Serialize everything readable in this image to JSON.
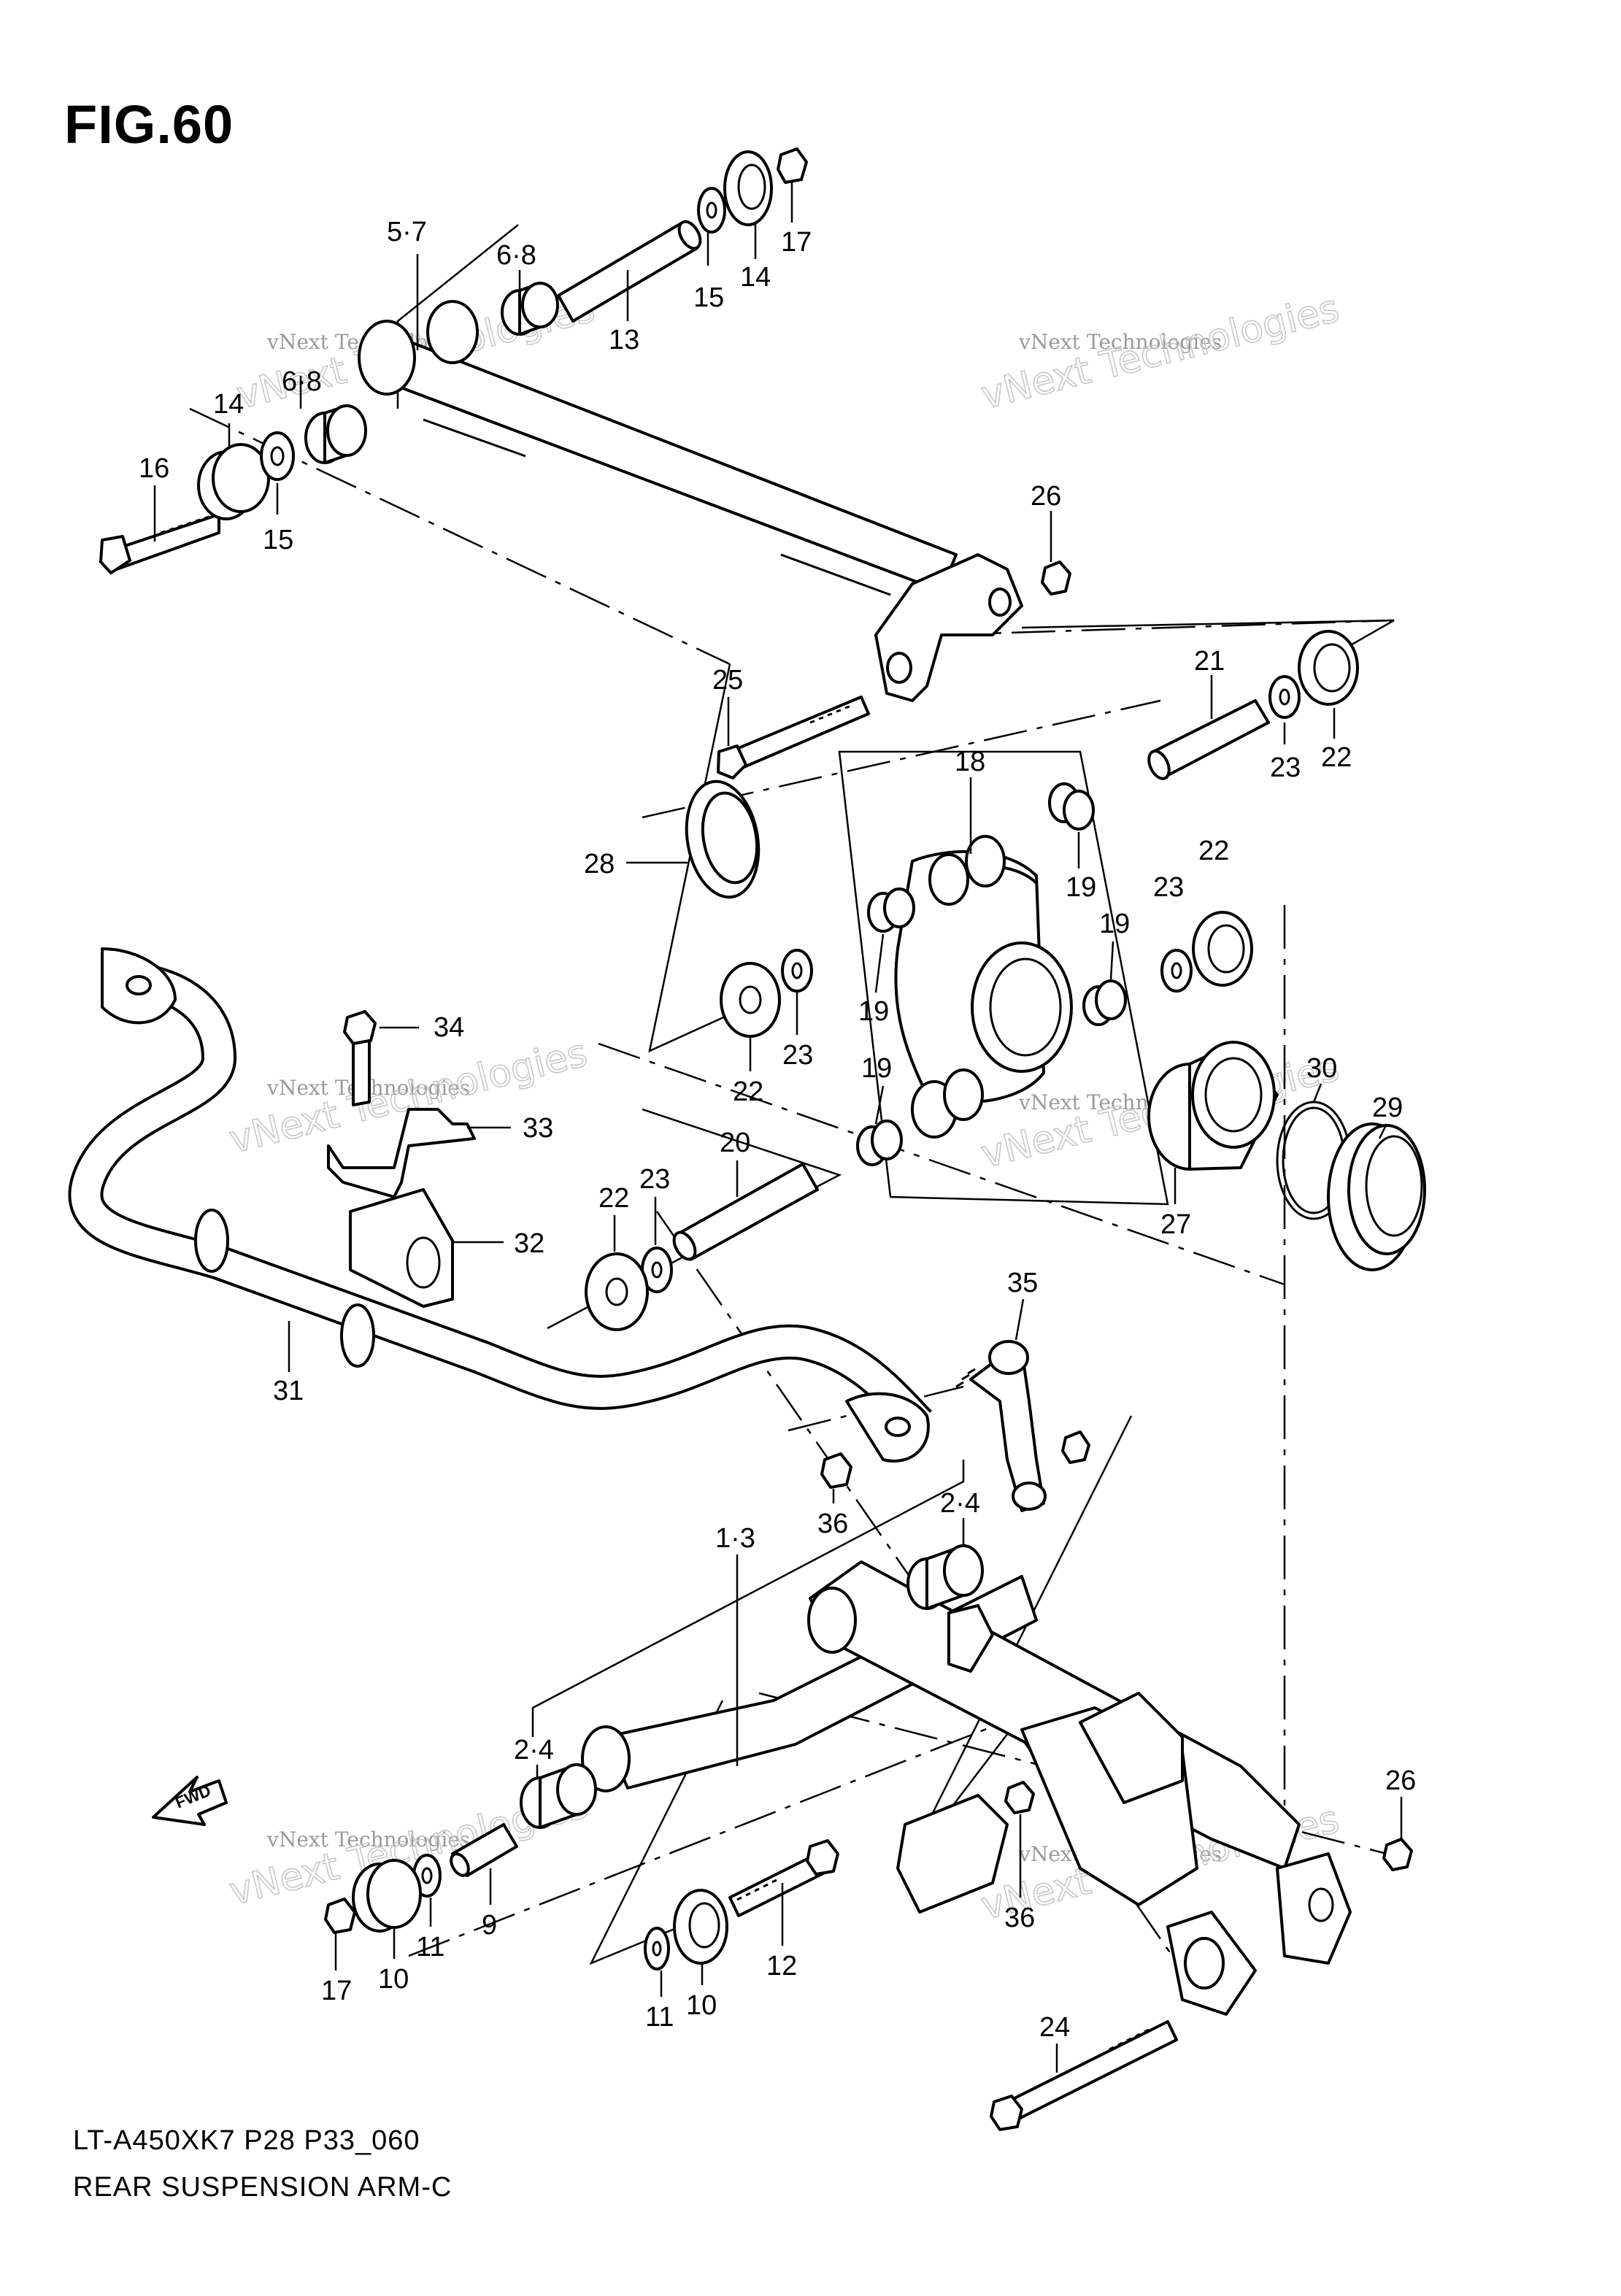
{
  "figure": {
    "title": "FIG.60",
    "model_code": "LT-A450XK7 P28 P33_060",
    "name": "REAR SUSPENSION ARM-C"
  },
  "watermark": {
    "small_text": "vNext Technologies",
    "large_text": "vNext Technologies"
  },
  "fwd_label": "FWD",
  "callouts": [
    {
      "id": "c-5-7",
      "text": "5·7"
    },
    {
      "id": "c-6-8-top",
      "text": "6·8"
    },
    {
      "id": "c-13",
      "text": "13"
    },
    {
      "id": "c-15-top",
      "text": "15"
    },
    {
      "id": "c-14-top",
      "text": "14"
    },
    {
      "id": "c-17-top",
      "text": "17"
    },
    {
      "id": "c-6-8-left",
      "text": "6·8"
    },
    {
      "id": "c-14-left",
      "text": "14"
    },
    {
      "id": "c-16",
      "text": "16"
    },
    {
      "id": "c-15-left",
      "text": "15"
    },
    {
      "id": "c-26-top",
      "text": "26"
    },
    {
      "id": "c-25",
      "text": "25"
    },
    {
      "id": "c-21",
      "text": "21"
    },
    {
      "id": "c-23-r1",
      "text": "23"
    },
    {
      "id": "c-22-r1",
      "text": "22"
    },
    {
      "id": "c-18",
      "text": "18"
    },
    {
      "id": "c-28",
      "text": "28"
    },
    {
      "id": "c-19-a",
      "text": "19"
    },
    {
      "id": "c-22-r2",
      "text": "22"
    },
    {
      "id": "c-23-r2",
      "text": "23"
    },
    {
      "id": "c-19-b",
      "text": "19"
    },
    {
      "id": "c-19-c",
      "text": "19"
    },
    {
      "id": "c-34",
      "text": "34"
    },
    {
      "id": "c-22-mid",
      "text": "22"
    },
    {
      "id": "c-23-mid",
      "text": "23"
    },
    {
      "id": "c-19-d",
      "text": "19"
    },
    {
      "id": "c-30",
      "text": "30"
    },
    {
      "id": "c-29",
      "text": "29"
    },
    {
      "id": "c-33",
      "text": "33"
    },
    {
      "id": "c-22-low",
      "text": "22"
    },
    {
      "id": "c-23-low",
      "text": "23"
    },
    {
      "id": "c-20",
      "text": "20"
    },
    {
      "id": "c-27",
      "text": "27"
    },
    {
      "id": "c-32",
      "text": "32"
    },
    {
      "id": "c-35",
      "text": "35"
    },
    {
      "id": "c-31",
      "text": "31"
    },
    {
      "id": "c-36-a",
      "text": "36"
    },
    {
      "id": "c-2-4-top",
      "text": "2·4"
    },
    {
      "id": "c-1-3",
      "text": "1·3"
    },
    {
      "id": "c-2-4-low",
      "text": "2·4"
    },
    {
      "id": "c-26-low",
      "text": "26"
    },
    {
      "id": "c-9",
      "text": "9"
    },
    {
      "id": "c-11-a",
      "text": "11"
    },
    {
      "id": "c-17-low",
      "text": "17"
    },
    {
      "id": "c-10-a",
      "text": "10"
    },
    {
      "id": "c-12",
      "text": "12"
    },
    {
      "id": "c-36-b",
      "text": "36"
    },
    {
      "id": "c-11-b",
      "text": "11"
    },
    {
      "id": "c-10-b",
      "text": "10"
    },
    {
      "id": "c-24",
      "text": "24"
    }
  ]
}
